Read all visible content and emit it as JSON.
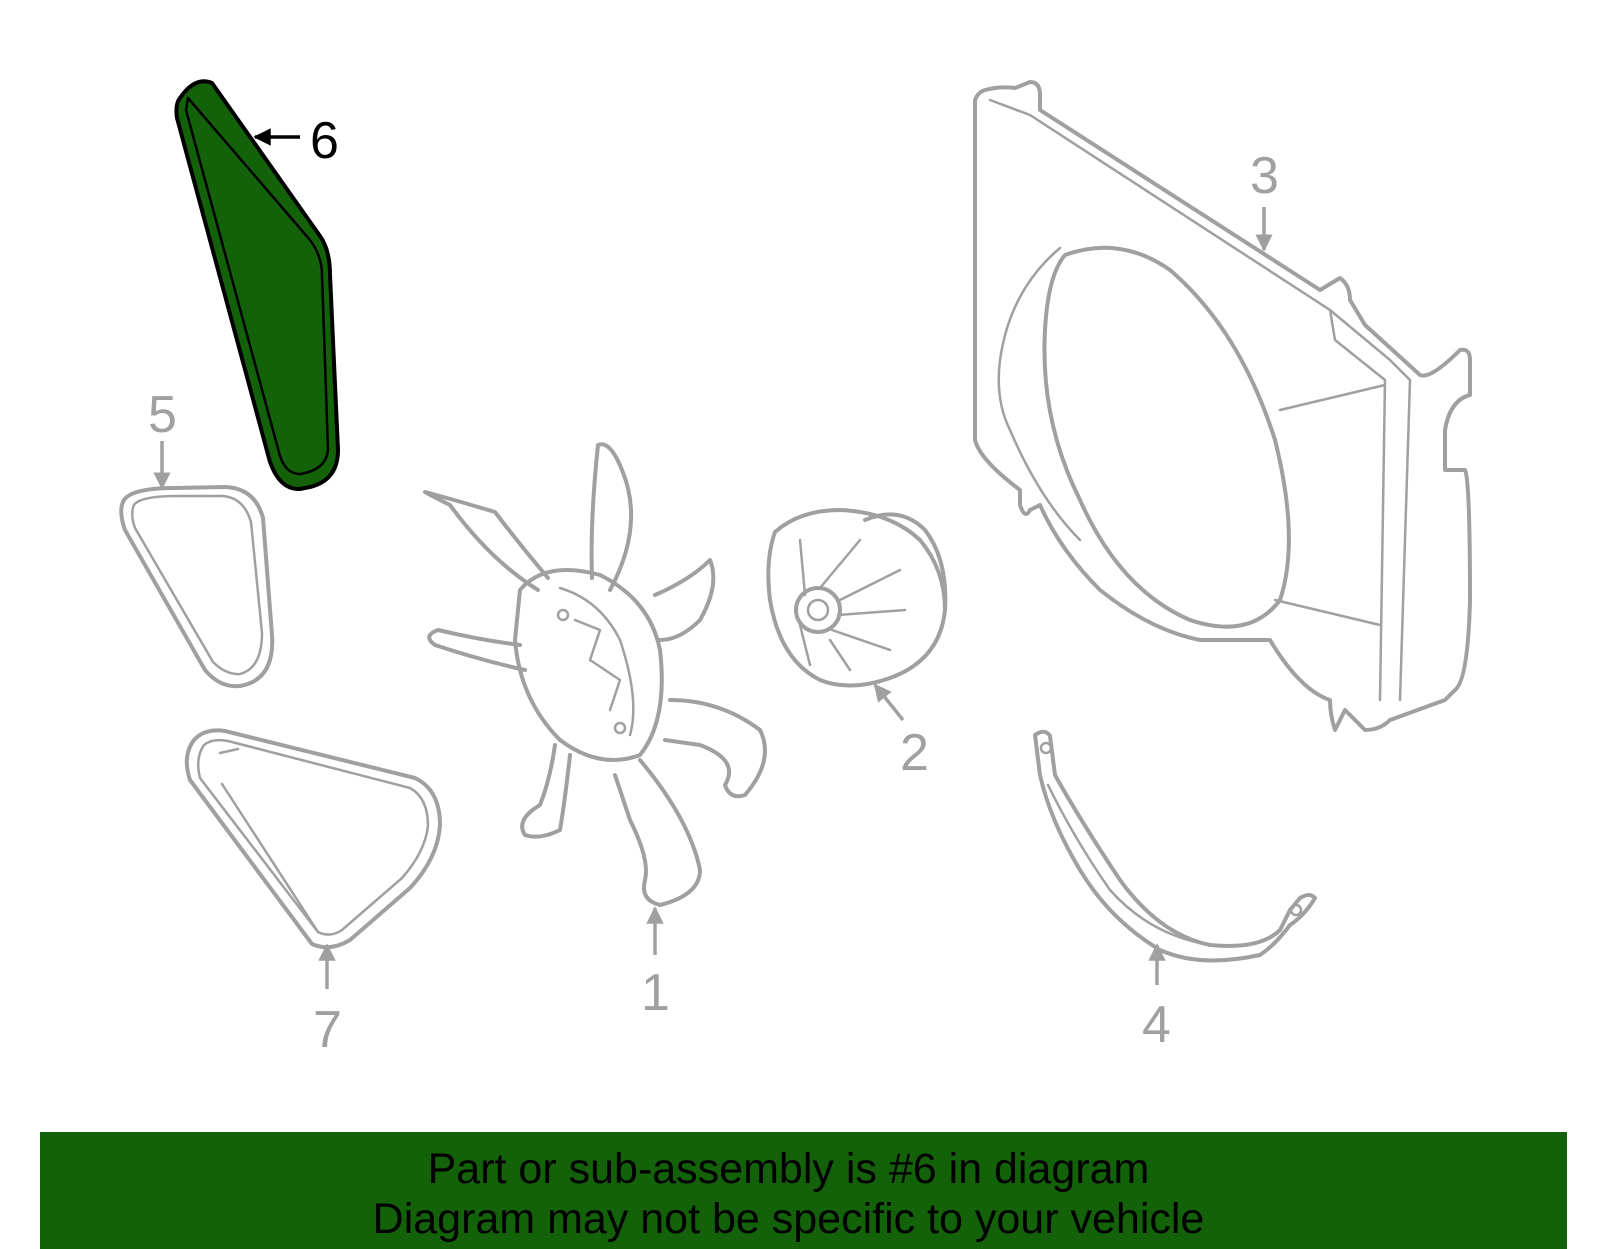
{
  "callouts": {
    "c1": "1",
    "c2": "2",
    "c3": "3",
    "c4": "4",
    "c5": "5",
    "c6": "6",
    "c7": "7"
  },
  "highlight_color": "#136109",
  "part_color": "#a0a0a0",
  "banner": {
    "line1": "Part or sub-assembly is #6 in diagram",
    "line2": "Diagram may not be specific to your vehicle"
  }
}
